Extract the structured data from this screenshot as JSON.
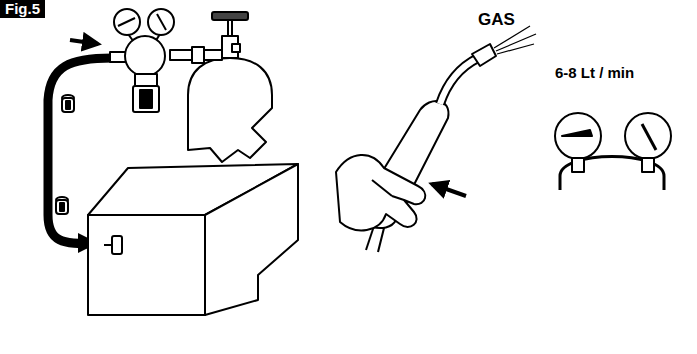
{
  "diagram": {
    "title": "Fig.5",
    "labels": [
      "GAS",
      "6-8 Lt / min"
    ]
  }
}
